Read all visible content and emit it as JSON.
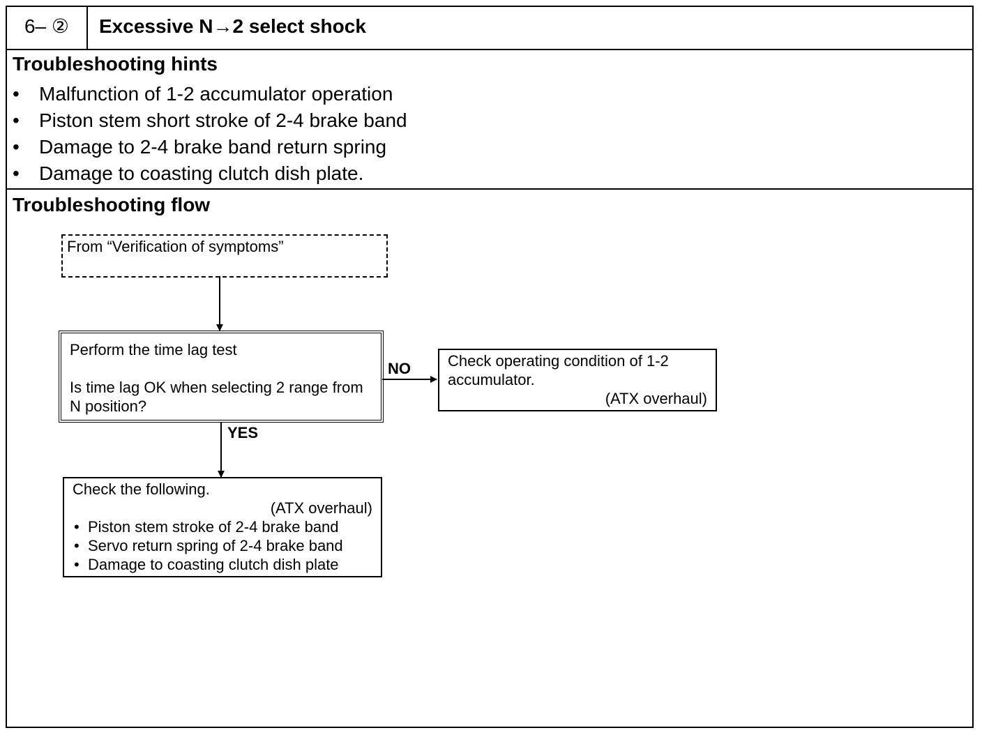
{
  "header": {
    "number": "6– ②",
    "title": "Excessive N→2 select shock"
  },
  "hints": {
    "title": "Troubleshooting hints",
    "items": [
      "Malfunction of 1-2 accumulator operation",
      "Piston stem short stroke of 2-4 brake band",
      "Damage to 2-4 brake band return spring",
      "Damage to coasting clutch dish plate."
    ]
  },
  "flow": {
    "title": "Troubleshooting flow",
    "start": "From “Verification of symptoms”",
    "test": {
      "line1": "Perform the time lag test",
      "question": "Is time lag OK when selecting 2 range from N position?"
    },
    "no_label": "NO",
    "yes_label": "YES",
    "no_box": {
      "text": "Check operating condition of 1-2 accumulator.",
      "ref": "(ATX overhaul)"
    },
    "yes_box": {
      "text": "Check the following.",
      "ref": "(ATX overhaul)",
      "items": [
        "Piston stem stroke of 2-4 brake band",
        "Servo return spring of 2-4 brake band",
        "Damage to coasting clutch dish plate"
      ]
    }
  }
}
